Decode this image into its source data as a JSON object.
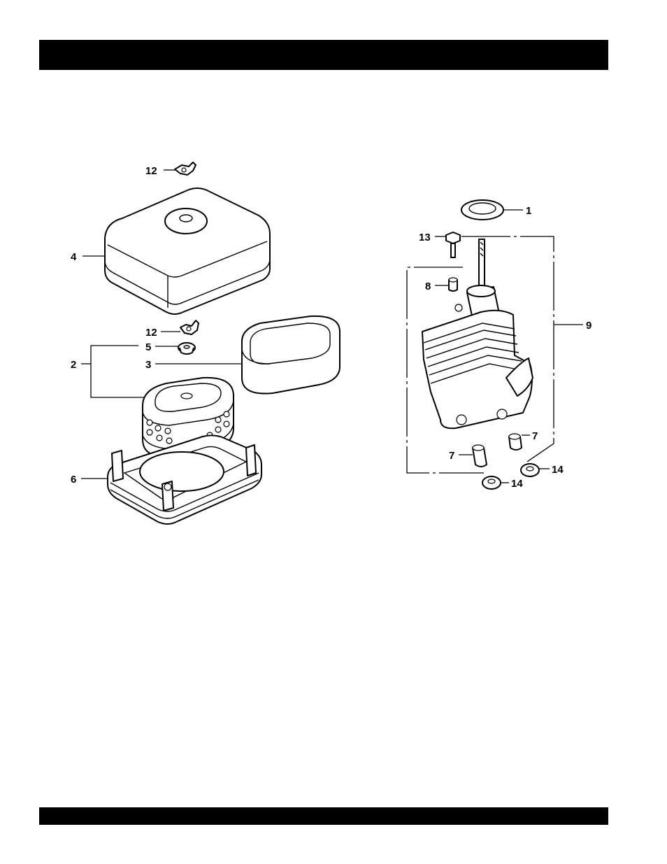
{
  "header_bar": "",
  "footer_bar": "",
  "callouts": {
    "c12_top": "12",
    "c4": "4",
    "c12_mid": "12",
    "c5": "5",
    "c2": "2",
    "c3": "3",
    "c6": "6",
    "c1": "1",
    "c13": "13",
    "c8": "8",
    "c9": "9",
    "c7_upper": "7",
    "c7_lower": "7",
    "c14_upper": "14",
    "c14_lower": "14"
  }
}
